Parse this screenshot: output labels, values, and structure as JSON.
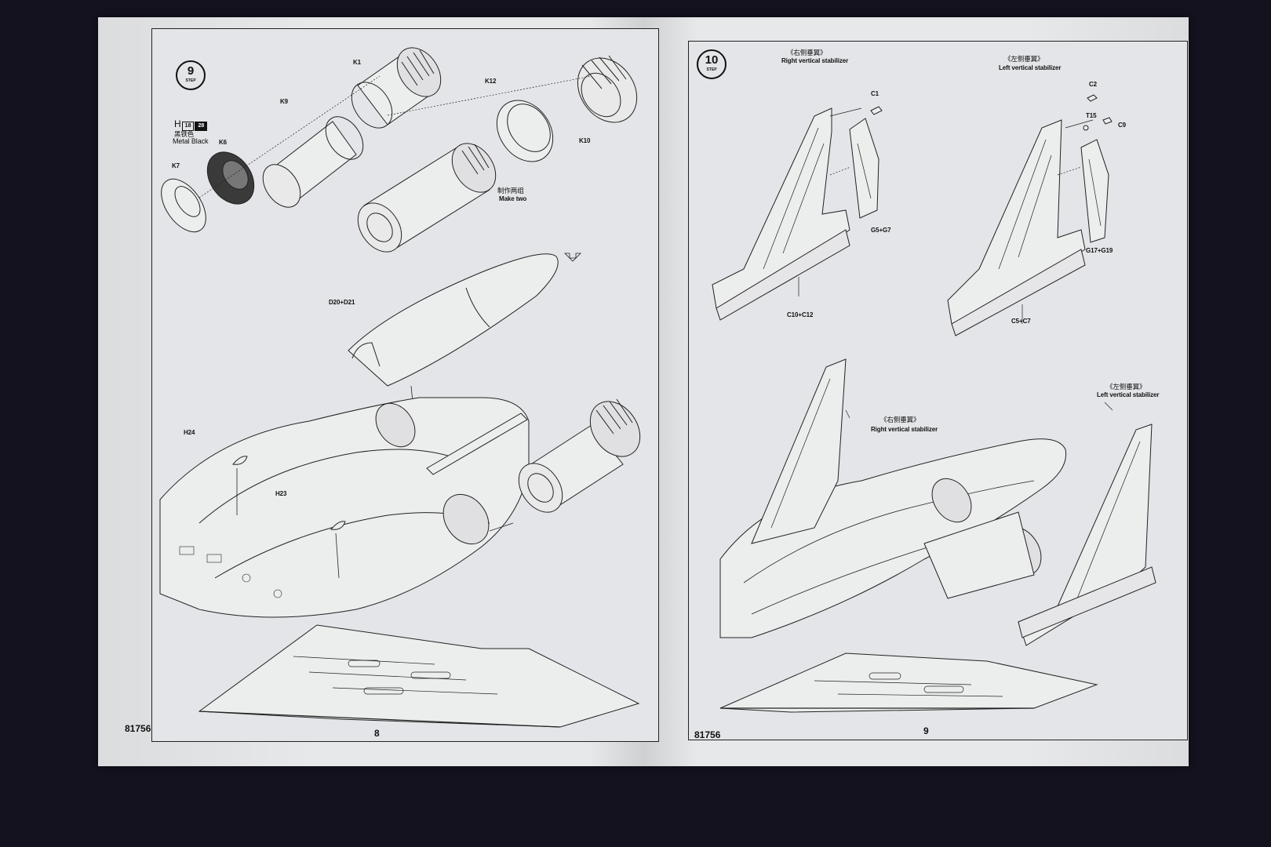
{
  "document": {
    "kit_number": "81756",
    "left_page": {
      "page_number": "8",
      "step_number": "9",
      "step_word": "STEP",
      "paint": {
        "letter": "H",
        "codes": [
          "18",
          "28"
        ],
        "name_cn": "黑铁色",
        "name_en": "Metal  Black"
      },
      "note_cn": "制作两组",
      "note_en": "Make two",
      "parts": [
        "K1",
        "K9",
        "K6",
        "K7",
        "K12",
        "K10",
        "D20+D21",
        "H24",
        "H23"
      ]
    },
    "right_page": {
      "page_number": "9",
      "step_number": "10",
      "step_word": "STEP",
      "right_stabilizer_cn": "《右侧垂翼》",
      "right_stabilizer_en": "Right vertical stabilizer",
      "left_stabilizer_cn": "《左侧垂翼》",
      "left_stabilizer_en": "Left vertical stabilizer",
      "parts": [
        "C1",
        "G5+G7",
        "C10+C12",
        "C2",
        "T15",
        "C9",
        "G17+G19",
        "C5+C7"
      ]
    }
  }
}
